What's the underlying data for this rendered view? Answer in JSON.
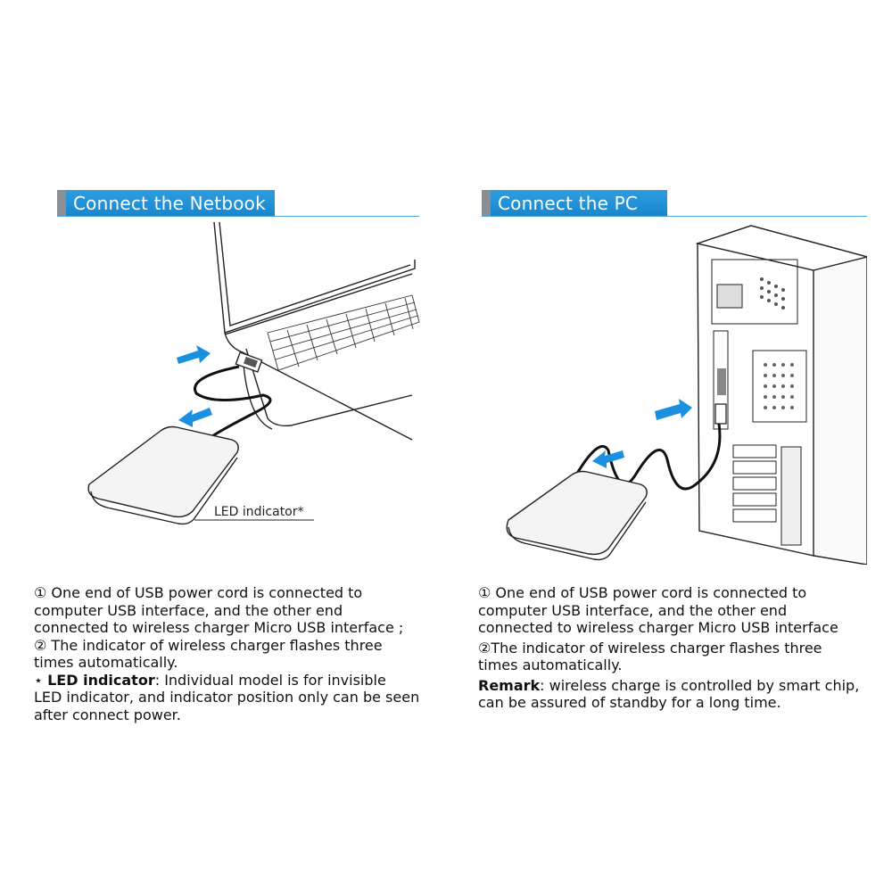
{
  "left": {
    "title": "Connect the Netbook",
    "led_label": "LED indicator*",
    "step1_num": "①",
    "step1_line1": " One end of USB power cord is connected to",
    "step1_line2": "computer USB interface, and the other end",
    "step1_line3": "connected to wireless charger Micro USB interface ;",
    "step2_num": "②",
    "step2_line1": " The indicator of wireless charger flashes three",
    "step2_line2": "times automatically.",
    "note_star": " ⋆ ",
    "note_label": "LED indicator",
    "note_line1": ": Individual model is for invisible",
    "note_line2": "LED indicator, and indicator position only can be seen",
    "note_line3": "after connect power."
  },
  "right": {
    "title": "Connect the PC",
    "step1_num": "①",
    "step1_line1": " One end of USB power cord is connected to",
    "step1_line2": "computer USB interface, and the other end",
    "step1_line3": "connected to wireless charger Micro USB interface",
    "step2_num": "②",
    "step2_line1": "The indicator of wireless charger flashes three",
    "step2_line2": "times automatically.",
    "remark_label": "Remark",
    "remark_line1": ": wireless charge is controlled by smart chip,",
    "remark_line2": "can be assured of standby for a long time."
  },
  "colors": {
    "header_blue": "#1a8ad2",
    "arrow_blue": "#1b8fe0",
    "header_accent_gray": "#8a8f94"
  },
  "icons": [
    "netbook-illustration",
    "pc-tower-illustration",
    "wireless-charger-pad",
    "blue-arrow-icon"
  ]
}
